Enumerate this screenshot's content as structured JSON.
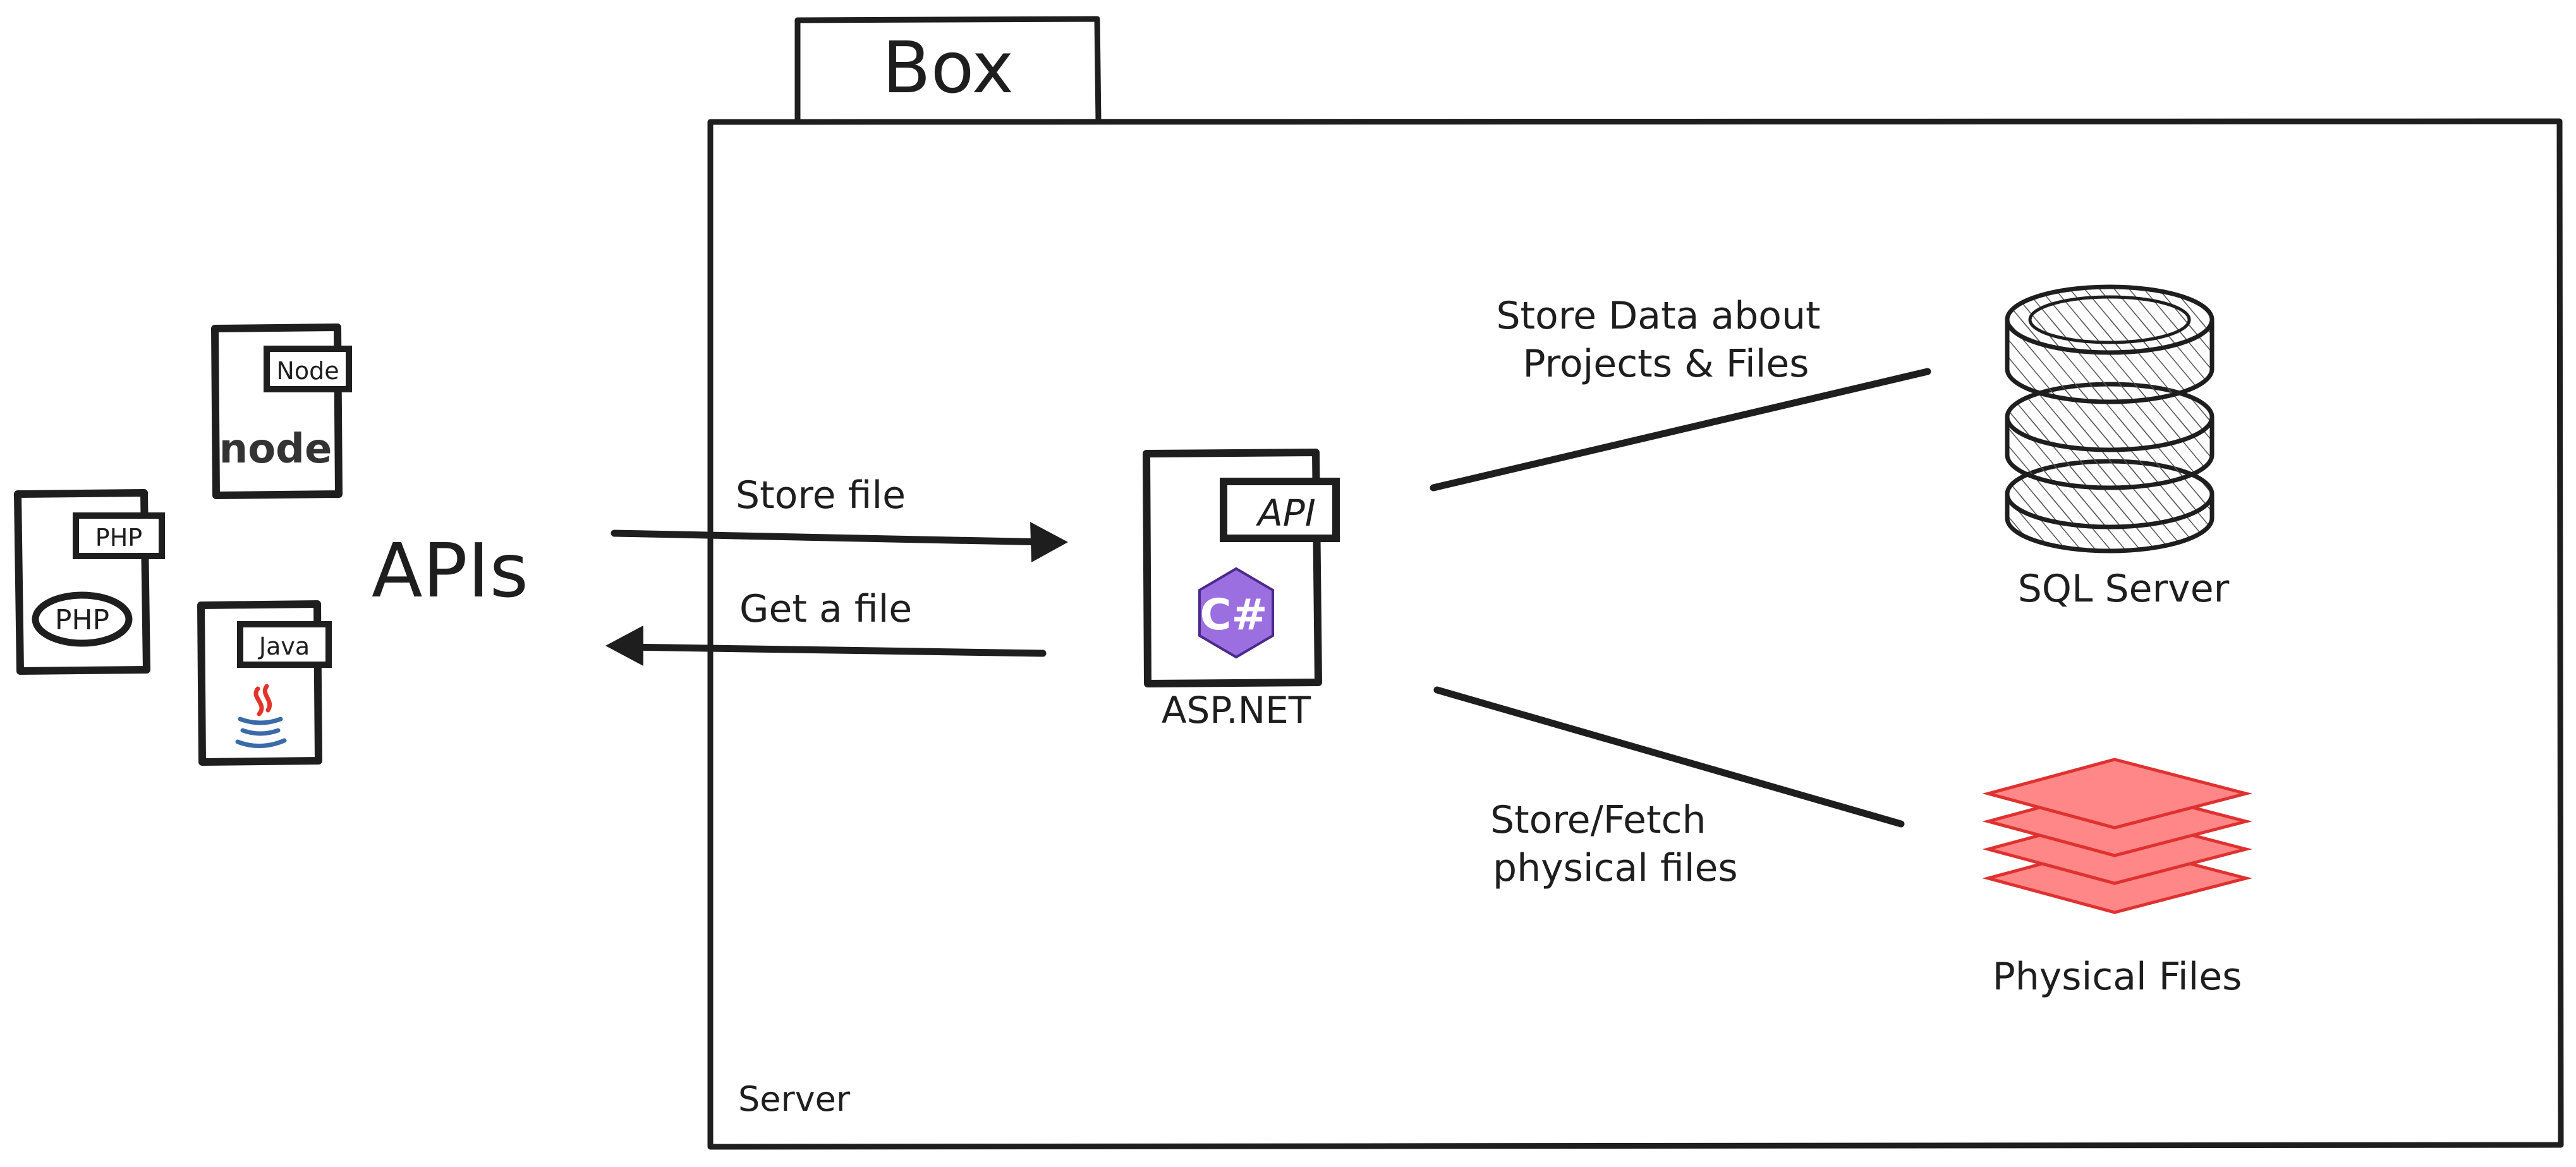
{
  "box": {
    "tab_label": "Box",
    "server_label": "Server"
  },
  "apis": {
    "label": "APIs",
    "items": [
      {
        "tag": "Node",
        "logo_text": "node",
        "color": "#7cb518"
      },
      {
        "tag": "PHP",
        "logo_text": "PHP",
        "color": "#b9b1dd"
      },
      {
        "tag": "Java",
        "color": "#f3f3f3"
      }
    ]
  },
  "arrows": {
    "store_label": "Store file",
    "get_label": "Get a file"
  },
  "aspnet": {
    "tag": "API",
    "label": "ASP.NET",
    "logo_text": "C#",
    "color": "#6a40b0"
  },
  "sql": {
    "edge_label_line1": "Store Data about",
    "edge_label_line2": "Projects & Files",
    "label": "SQL Server"
  },
  "files": {
    "edge_label_line1": "Store/Fetch",
    "edge_label_line2": "physical files",
    "label": "Physical Files",
    "color": "#ff8787"
  }
}
